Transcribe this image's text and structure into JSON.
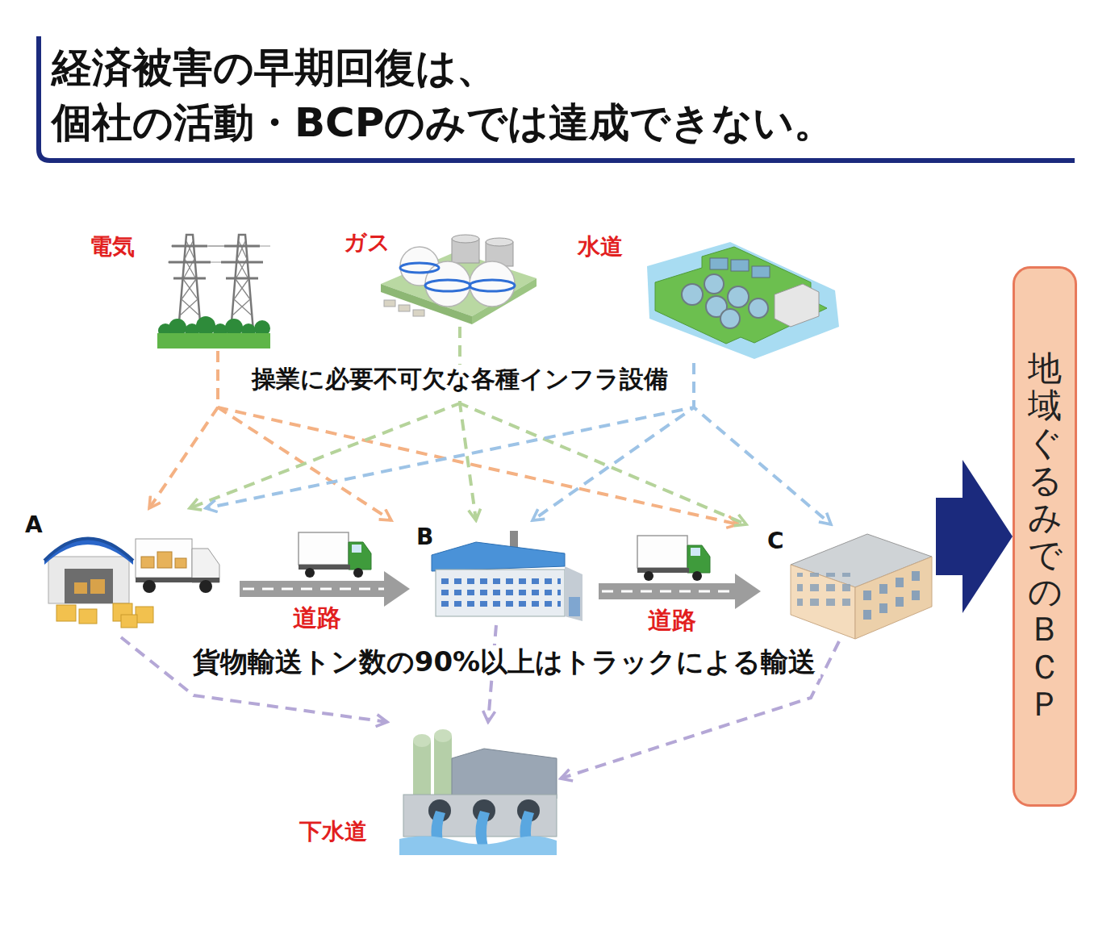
{
  "diagram": {
    "title": "経済被害の早期回復は、 個社の活動・BCPのみでは達成できない。",
    "nodes": [
      {
        "text": [
          "電気"
        ]
      },
      {
        "text": [
          "ガス"
        ]
      },
      {
        "text": [
          "水道"
        ]
      },
      {
        "text": [
          "A"
        ]
      },
      {
        "text": [
          "B"
        ]
      },
      {
        "text": [
          "C"
        ]
      },
      {
        "text": [
          "地域ぐるみでのＢＣＰ"
        ]
      },
      {
        "text": [
          "下水道"
        ]
      }
    ],
    "edges": [
      {
        "from": 0,
        "to": 3,
        "arrow": "to"
      },
      {
        "from": 0,
        "to": 4,
        "arrow": "to"
      },
      {
        "from": 0,
        "to": 5,
        "arrow": "to"
      },
      {
        "from": 1,
        "to": 3,
        "arrow": "to"
      },
      {
        "from": 1,
        "to": 4,
        "arrow": "to"
      },
      {
        "from": 1,
        "to": 5,
        "arrow": "to"
      },
      {
        "from": 2,
        "to": 3,
        "arrow": "to"
      },
      {
        "from": 2,
        "to": 4,
        "arrow": "to"
      },
      {
        "from": 2,
        "to": 5,
        "arrow": "to"
      },
      {
        "from": 3,
        "to": 4,
        "label": "道路",
        "arrow": "to"
      },
      {
        "from": 4,
        "to": 5,
        "label": "道路",
        "arrow": "to"
      },
      {
        "from": 3,
        "to": 7,
        "arrow": "to"
      },
      {
        "from": 4,
        "to": 7,
        "arrow": "to"
      },
      {
        "from": 5,
        "to": 7,
        "arrow": "to"
      },
      {
        "from": 5,
        "to": 6,
        "arrow": "to"
      }
    ],
    "labels": [
      "操業に必要不可欠な各種インフラ設備",
      "貨物輸送トン数の90%以上はトラックによる輸送"
    ]
  }
}
